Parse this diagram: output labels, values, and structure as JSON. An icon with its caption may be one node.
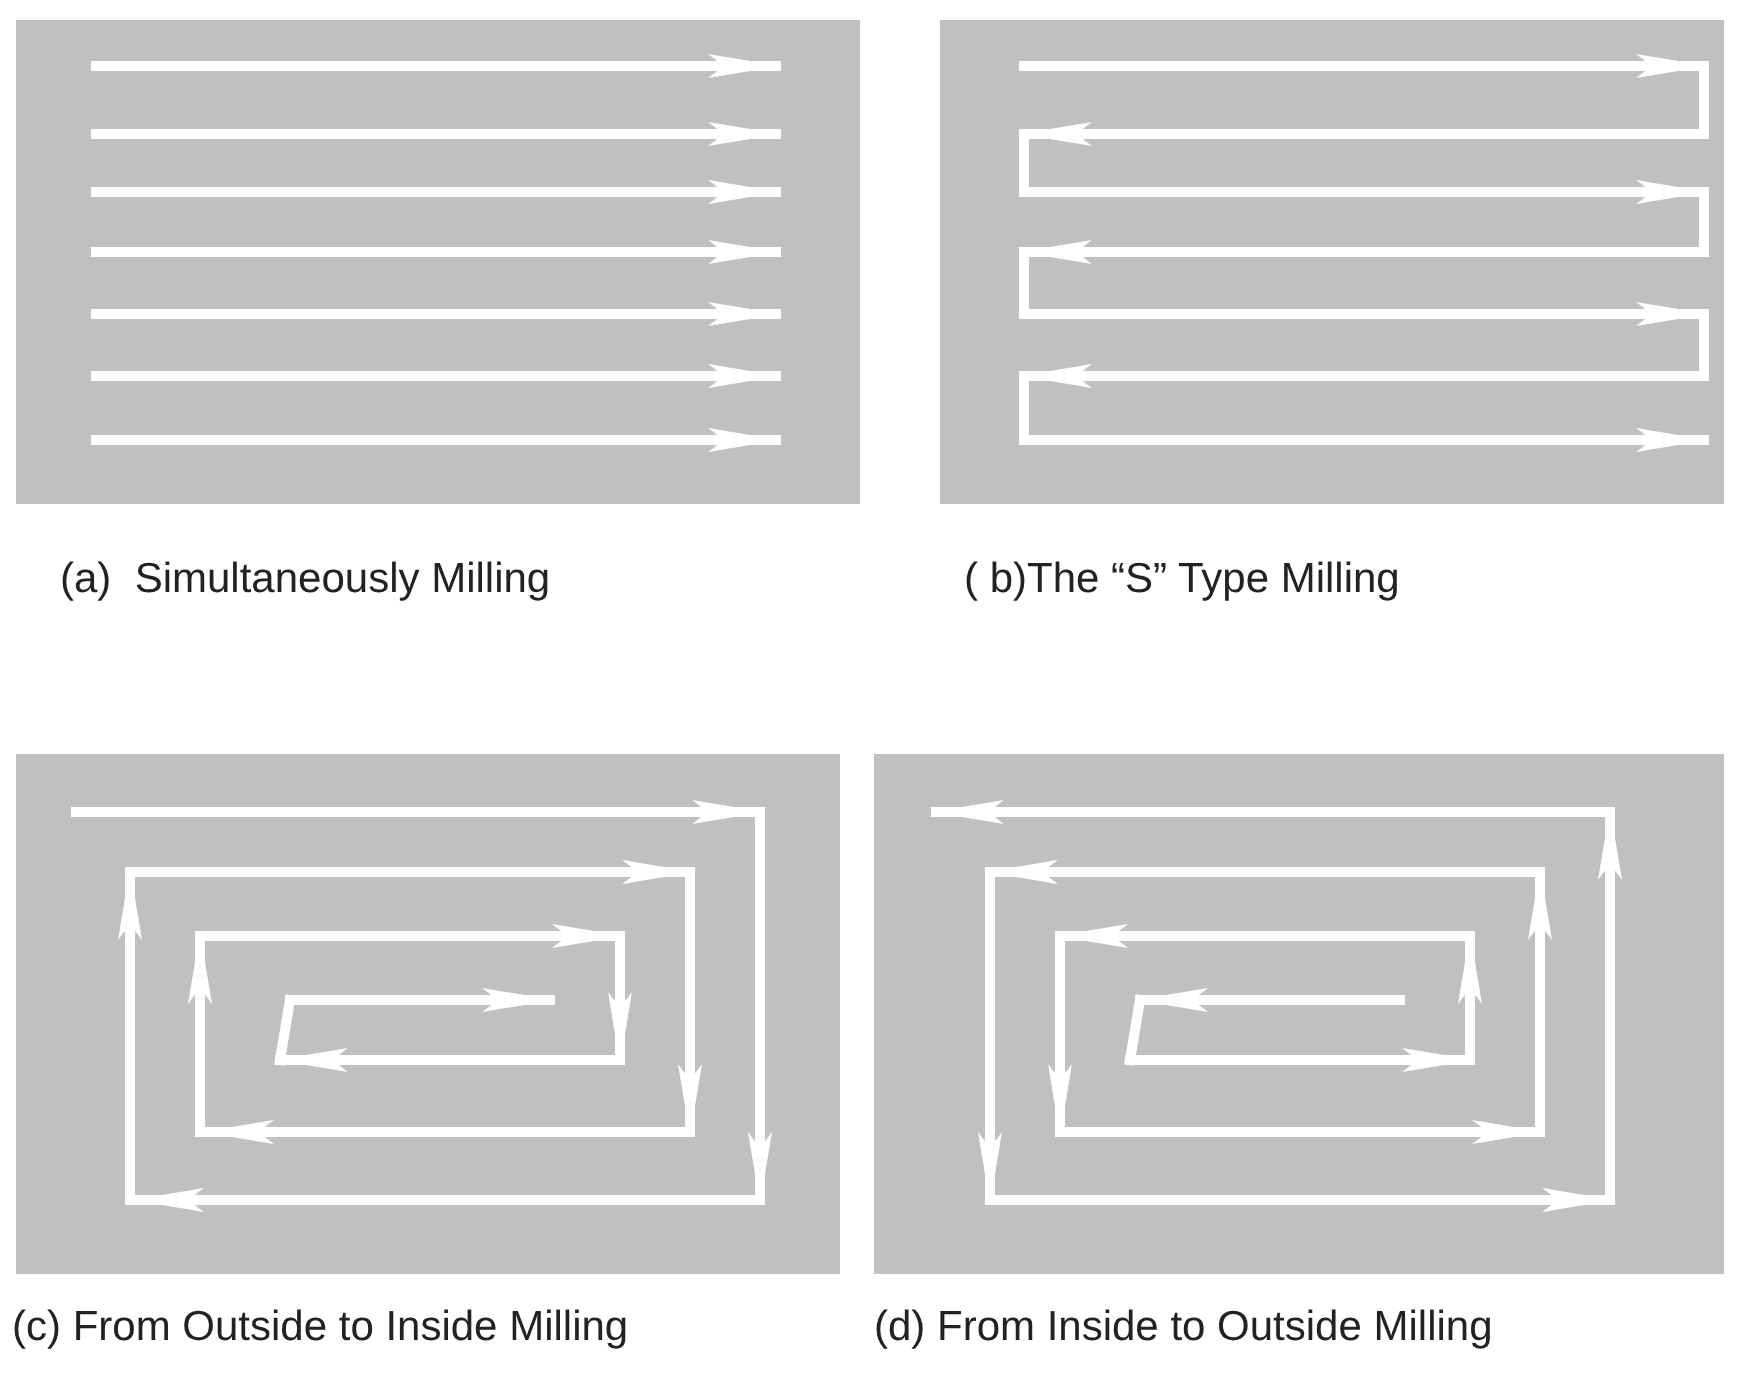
{
  "diagram": {
    "labels": [
      "(a)  Simultaneously Milling",
      "( b)The “S” Type Milling",
      "(c) From Outside to Inside Milling",
      "(d) From Inside to Outside Milling"
    ]
  }
}
